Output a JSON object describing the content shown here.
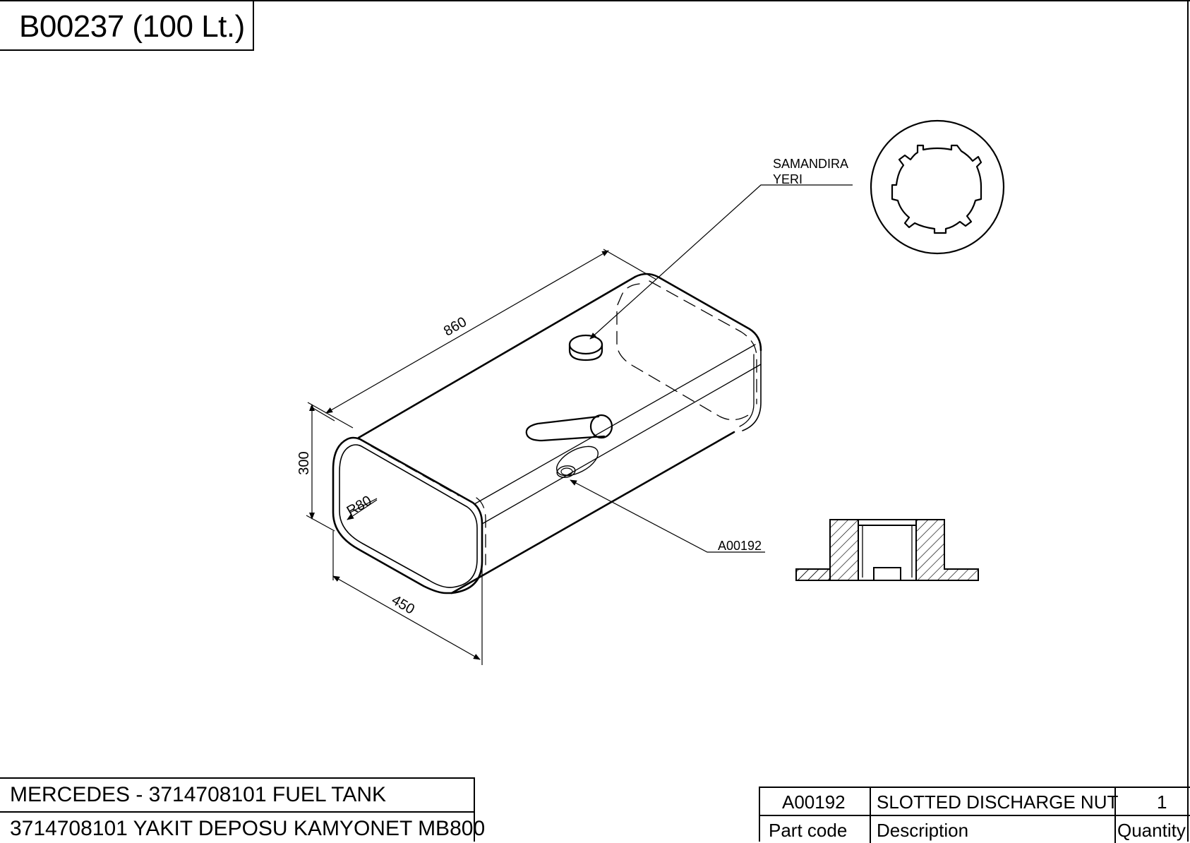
{
  "sheet": {
    "title": "B00237 (100 Lt.)"
  },
  "drawing": {
    "labels": {
      "float_location": [
        "SAMANDIRA",
        "YERI"
      ],
      "drain_part": "A00192"
    },
    "dimensions": {
      "length": "860",
      "height": "300",
      "width": "450",
      "radius": "R80"
    }
  },
  "title_block": {
    "line1": "MERCEDES - 3714708101 FUEL TANK",
    "line2": "3714708101 YAKIT DEPOSU KAMYONET MB800"
  },
  "bom": {
    "rows": [
      {
        "part_code": "A00192",
        "description": "SLOTTED DISCHARGE NUT",
        "quantity": "1"
      }
    ],
    "headers": {
      "part_code": "Part code",
      "description": "Description",
      "quantity": "Quantity"
    }
  }
}
